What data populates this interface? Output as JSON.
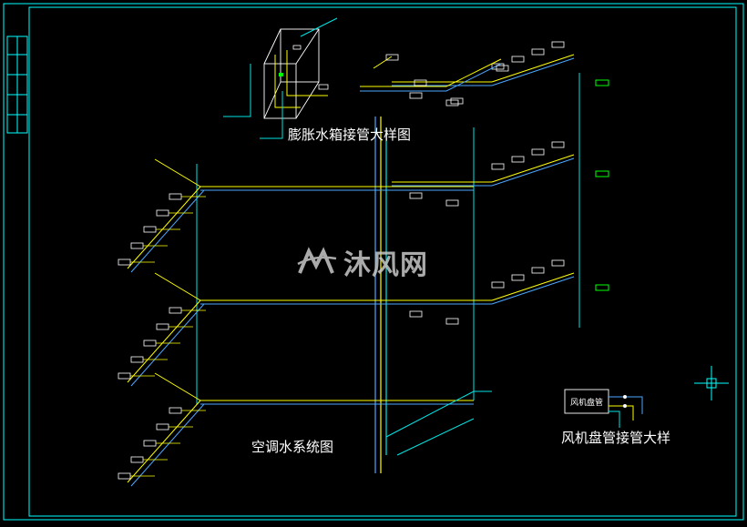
{
  "titles": {
    "expansion_tank_detail": "膨胀水箱接管大样图",
    "system_diagram": "空调水系统图",
    "fan_coil_detail": "风机盘管接管大样"
  },
  "fan_coil_box_label": "风机盘管",
  "watermark": {
    "text": "沐风网",
    "logo_icon": "mufeng-logo-icon"
  },
  "colors": {
    "background": "#000000",
    "frame": "#00ffff",
    "supply_pipe": "#ffff00",
    "return_pipe": "#4da6ff",
    "condensate_pipe": "#00e5e5",
    "unit": "#ffffff",
    "text": "#ffffff",
    "green_mark": "#00ff00"
  }
}
